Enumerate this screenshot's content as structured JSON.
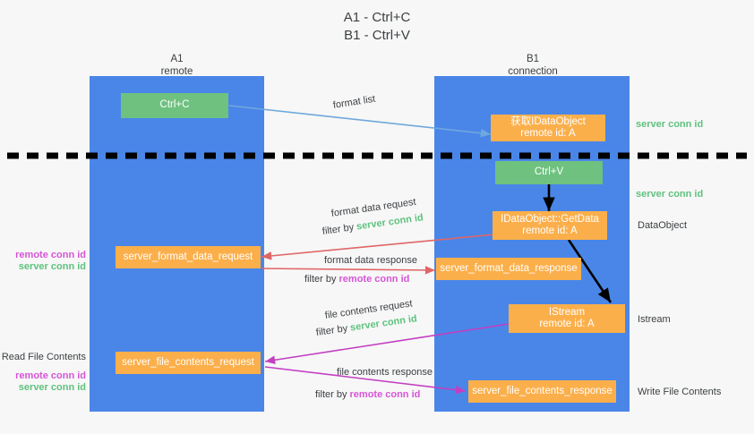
{
  "title": "A1 - Ctrl+C\nB1 - Ctrl+V",
  "colors": {
    "background": "#f7f7f7",
    "lane": "#4a86e8",
    "node_orange": "#fbaf4b",
    "node_green": "#6fc180",
    "text_dark": "#3c4043",
    "highlight_green": "#5fc27e",
    "highlight_purple": "#d655d6",
    "arrow_blue": "#6fa8dc",
    "arrow_red": "#e06666",
    "arrow_magenta": "#c23fc2",
    "arrow_black": "#000000",
    "divider_black": "#000000"
  },
  "lanes": [
    {
      "id": "a1",
      "header": "A1\nremote"
    },
    {
      "id": "b1",
      "header": "B1\nconnection"
    }
  ],
  "nodes": [
    {
      "id": "ctrl-c",
      "label": "Ctrl+C",
      "style": "green"
    },
    {
      "id": "get-idataobject",
      "label": "获取IDataObject\nremote id: A",
      "style": "orange"
    },
    {
      "id": "ctrl-v",
      "label": "Ctrl+V",
      "style": "green"
    },
    {
      "id": "idataobject-getdata",
      "label": "IDataObject::GetData\nremote id: A",
      "style": "orange"
    },
    {
      "id": "server-format-data-request",
      "label": "server_format_data_request",
      "style": "orange"
    },
    {
      "id": "server-format-data-response",
      "label": "server_format_data_response",
      "style": "orange"
    },
    {
      "id": "istream",
      "label": "IStream\nremote id: A",
      "style": "orange"
    },
    {
      "id": "server-file-contents-request",
      "label": "server_file_contents_request",
      "style": "orange"
    },
    {
      "id": "server-file-contents-response",
      "label": "server_file_contents_response",
      "style": "orange"
    }
  ],
  "edge_labels": {
    "format_list": "format list",
    "format_data_request": "format data request",
    "format_data_request_filter_prefix": "filter by ",
    "format_data_request_filter_key": "server conn id",
    "format_data_response": "format data response",
    "format_data_response_filter_prefix": "filter by ",
    "format_data_response_filter_key": "remote conn id",
    "file_contents_request": "file contents request",
    "file_contents_request_filter_prefix": "filter by ",
    "file_contents_request_filter_key": "server conn id",
    "file_contents_response": "file contents response",
    "file_contents_response_filter_prefix": "filter by ",
    "file_contents_response_filter_key": "remote conn id"
  },
  "left_labels": {
    "remote_conn_id_1": "remote conn id",
    "server_conn_id_1": "server conn id",
    "read_file_contents": "Read File Contents",
    "remote_conn_id_2": "remote conn id",
    "server_conn_id_2": "server conn id"
  },
  "right_labels": {
    "server_conn_id_1": "server conn id",
    "server_conn_id_2": "server conn id",
    "dataobject": "DataObject",
    "istream": "Istream",
    "write_file_contents": "Write File Contents"
  }
}
